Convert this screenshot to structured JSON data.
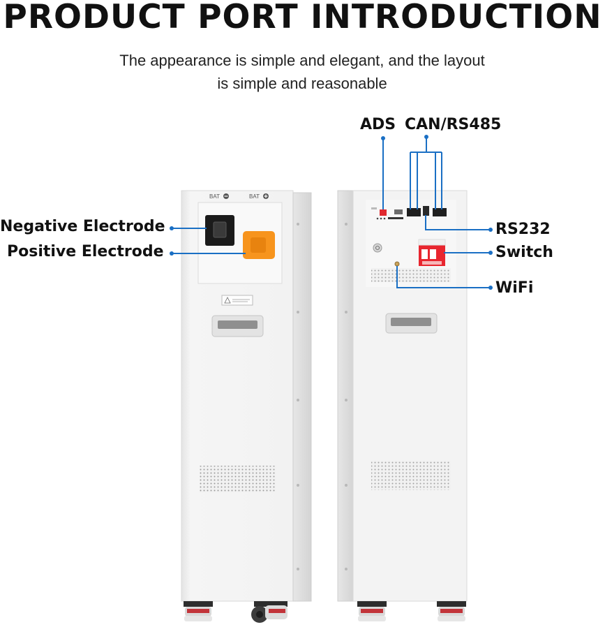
{
  "header": {
    "title": "PRODUCT PORT INTRODUCTION",
    "subtitle_line1": "The appearance is simple and elegant, and the layout",
    "subtitle_line2": "is simple and reasonable"
  },
  "labels": {
    "ads": "ADS",
    "can_rs485": "CAN/RS485",
    "negative": "Negative Electrode",
    "positive": "Positive Electrode",
    "rs232": "RS232",
    "switch": "Switch",
    "wifi": "WiFi"
  },
  "front_unit": {
    "bat_neg": "BAT",
    "bat_pos": "BAT"
  },
  "colors": {
    "accent_line": "#1a6fc4",
    "positive_terminal": "#f7941d",
    "negative_terminal": "#1b1b1b",
    "breaker": "#e8262f",
    "ads_switch": "#e0292f"
  }
}
